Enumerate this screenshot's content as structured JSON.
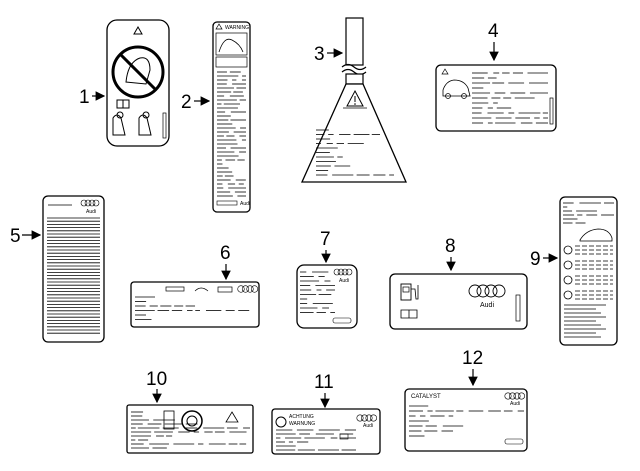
{
  "callouts": [
    "1",
    "2",
    "3",
    "4",
    "5",
    "6",
    "7",
    "8",
    "9",
    "10",
    "11",
    "12"
  ],
  "label_texts": {
    "warning": "WARNING",
    "audi": "Audi",
    "catalyst": "CATALYST",
    "achtung": "ACHTUNG",
    "warnung": "WARNUNG"
  },
  "icons": [
    "airbag-icon",
    "warning-triangle-icon",
    "seat-icon",
    "audi-rings-icon",
    "fuel-pump-icon",
    "book-icon",
    "car-icon",
    "tire-icon"
  ]
}
